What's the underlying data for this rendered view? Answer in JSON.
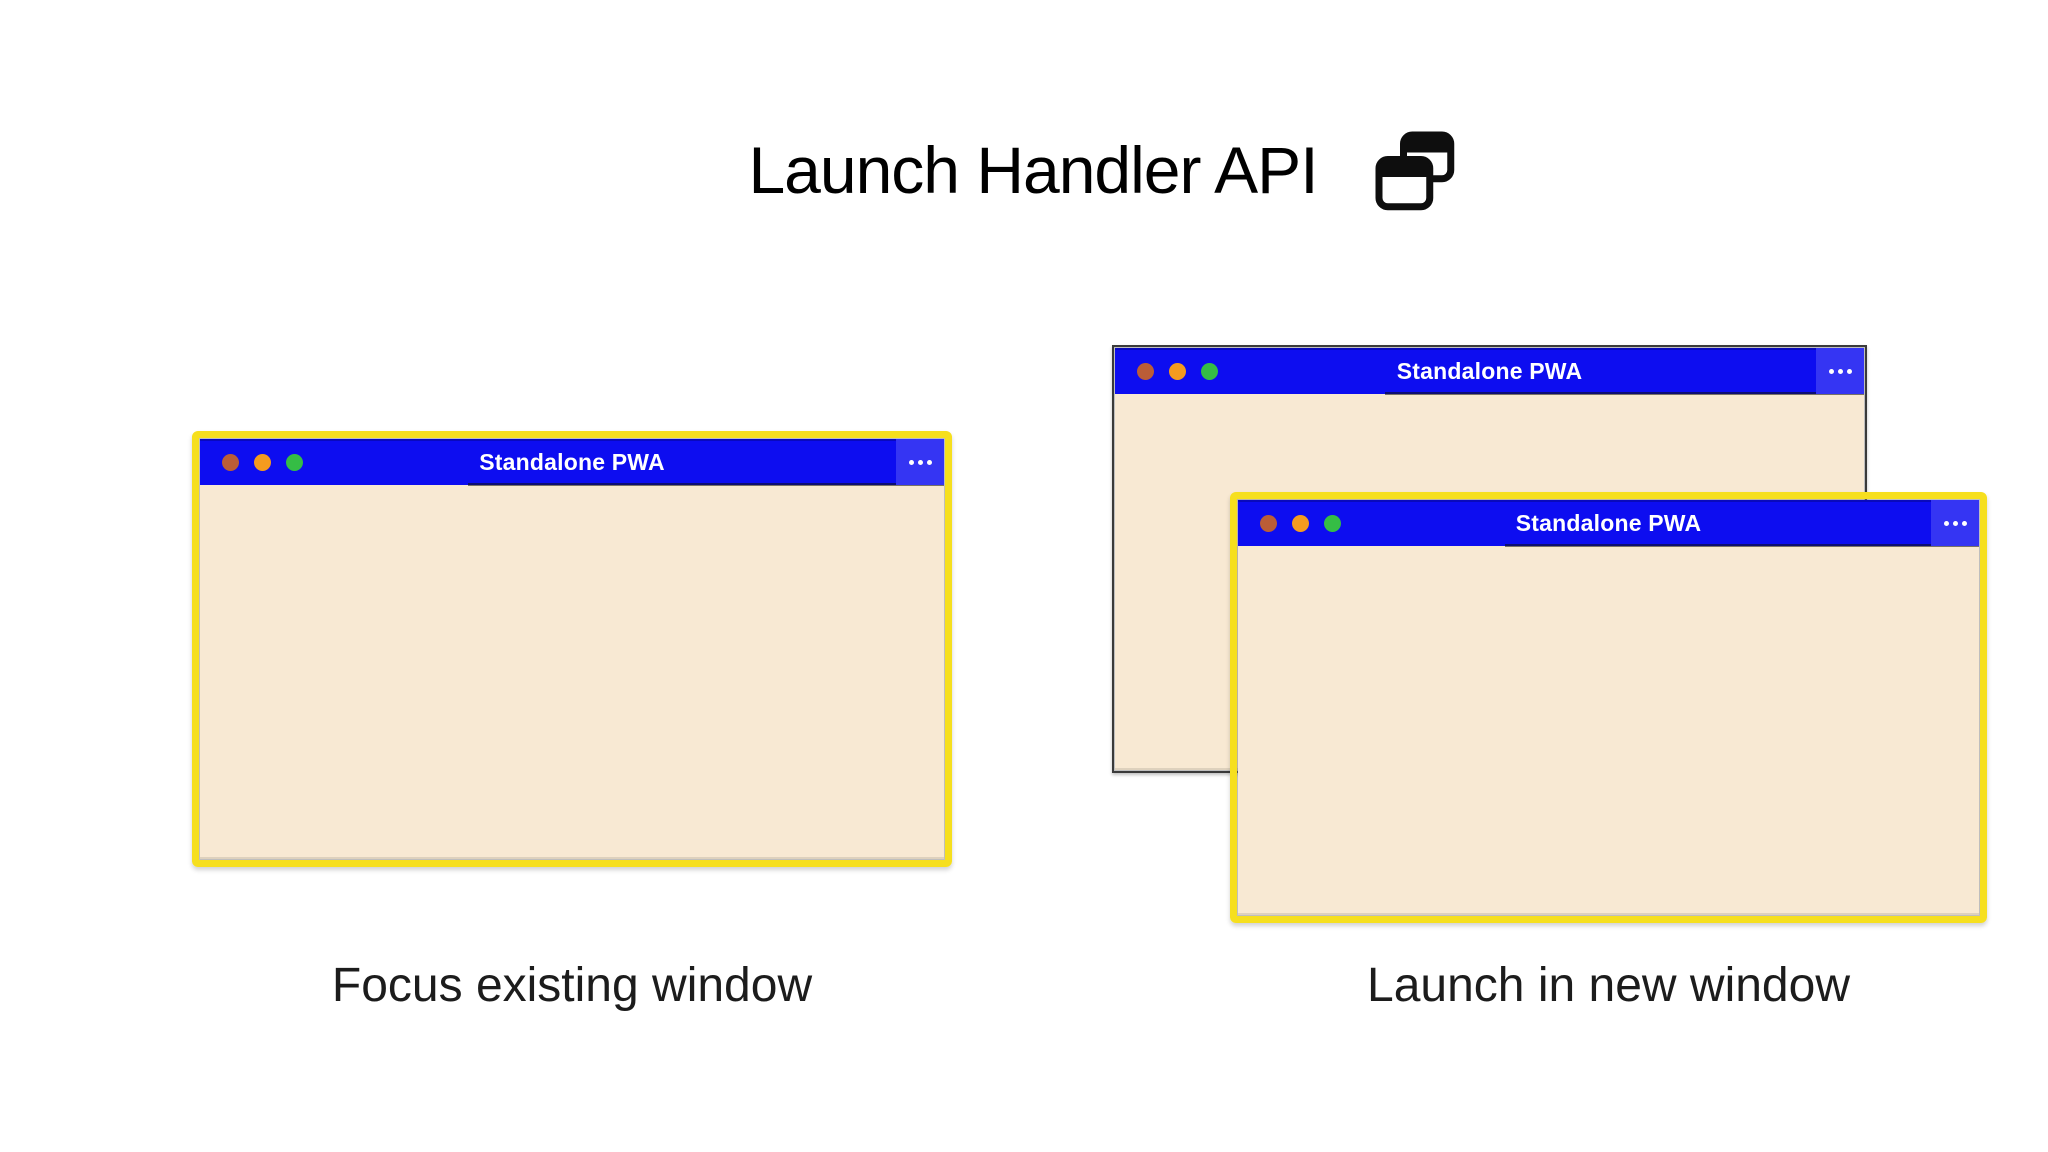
{
  "header": {
    "title": "Launch Handler API",
    "icon": "overlapping-windows"
  },
  "windows": {
    "left": {
      "title": "Standalone PWA",
      "border": "yellow-highlight"
    },
    "back_right": {
      "title": "Standalone PWA",
      "border": "dark"
    },
    "front_right": {
      "title": "Standalone PWA",
      "border": "yellow-highlight"
    }
  },
  "captions": {
    "left": "Focus existing window",
    "right": "Launch in new window"
  },
  "titlebar": {
    "menu_icon": "ellipsis",
    "buttons": [
      "close",
      "minimize",
      "zoom"
    ]
  },
  "colors": {
    "titlebar-blue": "#0d0df0",
    "menu-blue": "#3535f3",
    "window-beige": "#f8e9d3",
    "highlight-yellow": "#f6df1e",
    "dark-border": "#3a3a3a",
    "dot-red": "#bb5d37",
    "dot-orange": "#f49b1f",
    "dot-green": "#35bd45",
    "title-text": "#000000",
    "caption-text": "#1c1c1c",
    "titlebar-text": "#ffffff"
  }
}
